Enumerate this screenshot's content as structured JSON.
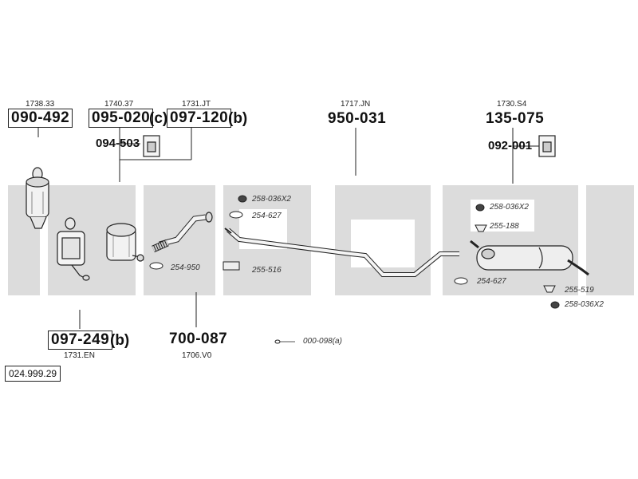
{
  "reference": "024.999.29",
  "groups": [
    {
      "code": "1738.33",
      "part": "090-492",
      "suffix": ""
    },
    {
      "code": "1740.37",
      "part": "095-020",
      "suffix": "(c)"
    },
    {
      "code": "1731.JT",
      "part": "097-120",
      "suffix": "(b)"
    },
    {
      "code": "1717.JN",
      "part": "950-031",
      "suffix": ""
    },
    {
      "code": "1730.S4",
      "part": "135-075",
      "suffix": ""
    },
    {
      "code": "1731.EN",
      "part": "097-249",
      "suffix": "(b)"
    },
    {
      "code": "1706.V0",
      "part": "700-087",
      "suffix": ""
    }
  ],
  "mounts": [
    "094-503",
    "092-001"
  ],
  "small_parts": [
    "258-036X2",
    "254-627",
    "254-950",
    "255-516",
    "258-036X2",
    "255-188",
    "254-627",
    "255-519",
    "258-036X2",
    "000-098(a)"
  ],
  "colors": {
    "band": "#dcdcdc",
    "line": "#222222",
    "pipe": "#f4f4f4"
  }
}
